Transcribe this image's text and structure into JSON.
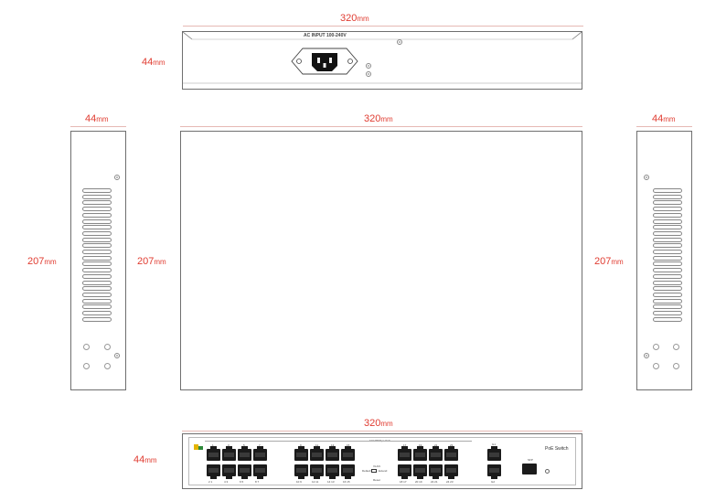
{
  "dimensions": {
    "rear_width": {
      "value": "320",
      "unit": "mm"
    },
    "rear_height": {
      "value": "44",
      "unit": "mm"
    },
    "left_depth": {
      "value": "44",
      "unit": "mm"
    },
    "top_width": {
      "value": "320",
      "unit": "mm"
    },
    "right_depth": {
      "value": "44",
      "unit": "mm"
    },
    "left_height": {
      "value": "207",
      "unit": "mm"
    },
    "top_height": {
      "value": "207",
      "unit": "mm"
    },
    "right_height": {
      "value": "207",
      "unit": "mm"
    },
    "front_width": {
      "value": "320",
      "unit": "mm"
    },
    "front_height": {
      "value": "44",
      "unit": "mm"
    }
  },
  "rear_panel": {
    "power_label": "AC INPUT 100-240V"
  },
  "front_panel": {
    "group_label": "10/100Mbps PoE",
    "brand_label": "PoE Switch",
    "top_numbers_a": [
      "1",
      "3",
      "5",
      "7"
    ],
    "top_numbers_b": [
      "9",
      "11",
      "13",
      "15"
    ],
    "top_numbers_c": [
      "17",
      "19",
      "21",
      "23"
    ],
    "bottom_labels_a": [
      "2 1",
      "4 3",
      "6 5",
      "8 7"
    ],
    "bottom_labels_b": [
      "10 9",
      "12 11",
      "14 13",
      "16 15"
    ],
    "bottom_labels_c": [
      "18 17",
      "20 19",
      "22 21",
      "24 23"
    ],
    "uplink_top_label": "G1",
    "uplink_bottom_label": "G2",
    "sfp_label": "SFP",
    "default_label": "Default",
    "extend_label": "Extend",
    "vlan_label": "VLAN",
    "reset_label": "Reset"
  }
}
